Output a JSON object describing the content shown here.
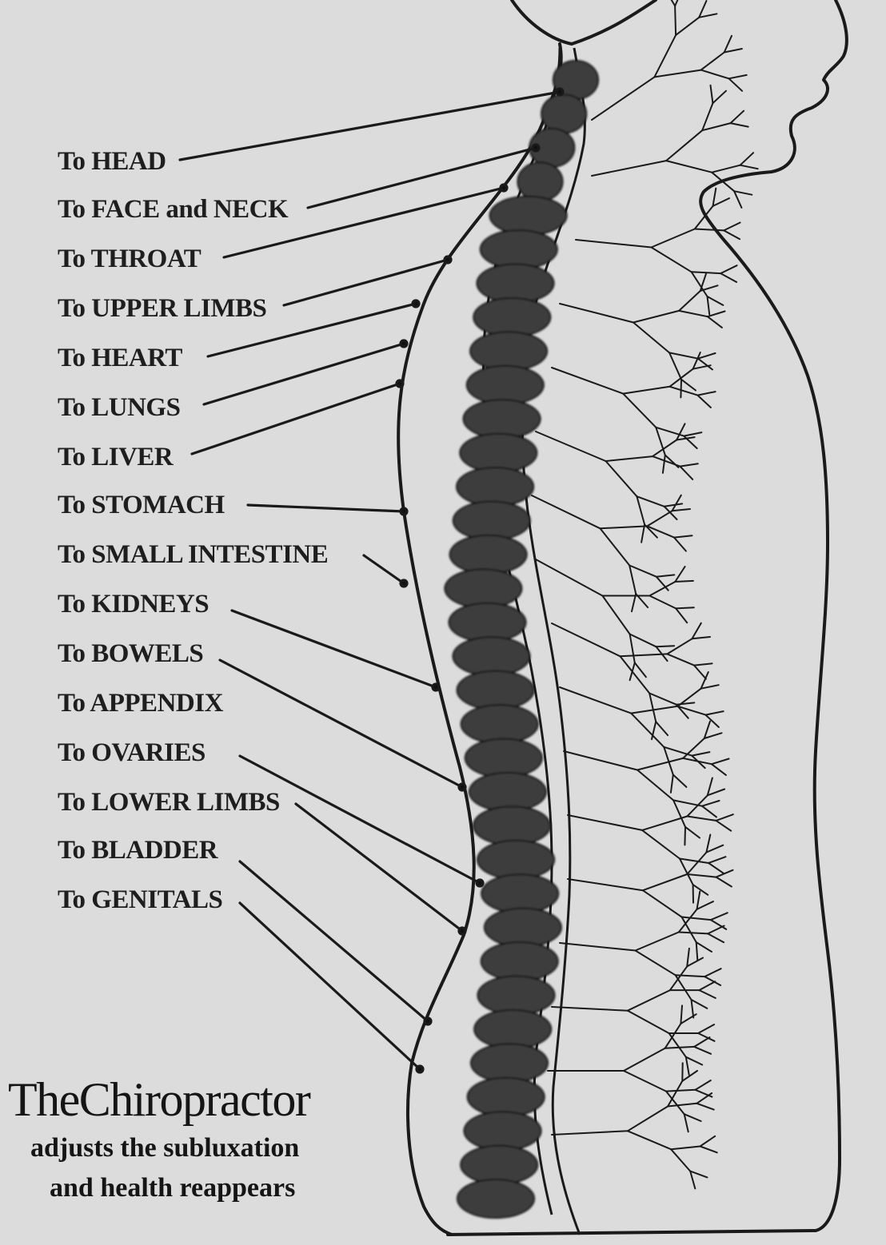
{
  "labels": [
    "To HEAD",
    "To FACE and NECK",
    "To THROAT",
    "To UPPER LIMBS",
    "To HEART",
    "To LUNGS",
    "To LIVER",
    "To STOMACH",
    "To SMALL INTESTINE",
    "To KIDNEYS",
    "To BOWELS",
    "To APPENDIX",
    "To OVARIES",
    "To LOWER LIMBS",
    "To BLADDER",
    "To GENITALS"
  ],
  "caption": {
    "title": "TheChiropractor",
    "line1": "adjusts the subluxation",
    "line2": "and health reappears"
  },
  "colors": {
    "paper": "#dcdcdc",
    "ink": "#1e1e1e"
  }
}
